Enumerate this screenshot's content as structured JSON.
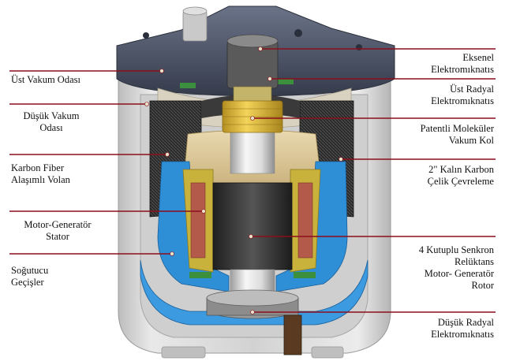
{
  "colors": {
    "leader": "#8b0f1c",
    "leader_dot": "#e8e2c8",
    "housing": "#dedede",
    "cover": "#4a5266",
    "winding": "#2b2b2b",
    "coolant": "#2f8fd6",
    "magnet_gold": "#d7b23a",
    "copper": "#b45a4a",
    "shaft": "#e6e6e6",
    "rotor_dark": "#3a3a3a"
  },
  "labels": {
    "ust_vakum": "Üst Vakum Odası",
    "dusuk_vakum_1": "Düşük Vakum",
    "dusuk_vakum_2": "Odası",
    "karbon_fiber_1": "Karbon Fiber",
    "karbon_fiber_2": "Alaşımlı Volan",
    "motor_gen_stator_1": "Motor-Generatör",
    "motor_gen_stator_2": "Stator",
    "sogutucu_1": "Soğutucu",
    "sogutucu_2": "Geçişler",
    "eksenel_1": "Eksenel",
    "eksenel_2": "Elektromıknatıs",
    "ust_radyal_1": "Üst Radyal",
    "ust_radyal_2": "Elektromıknatıs",
    "patentli_1": "Patentli Moleküler",
    "patentli_2": "Vakum Kol",
    "kalin_karbon_1": "2\" Kalın Karbon",
    "kalin_karbon_2": "Çelik Çevreleme",
    "kutuplu_1": "4 Kutuplu Senkron",
    "kutuplu_2": "Relüktans",
    "kutuplu_3": "Motor- Generatör",
    "kutuplu_4": "Rotor",
    "dusuk_radyal_1": "Düşük Radyal",
    "dusuk_radyal_2": "Elektromıknatıs"
  }
}
